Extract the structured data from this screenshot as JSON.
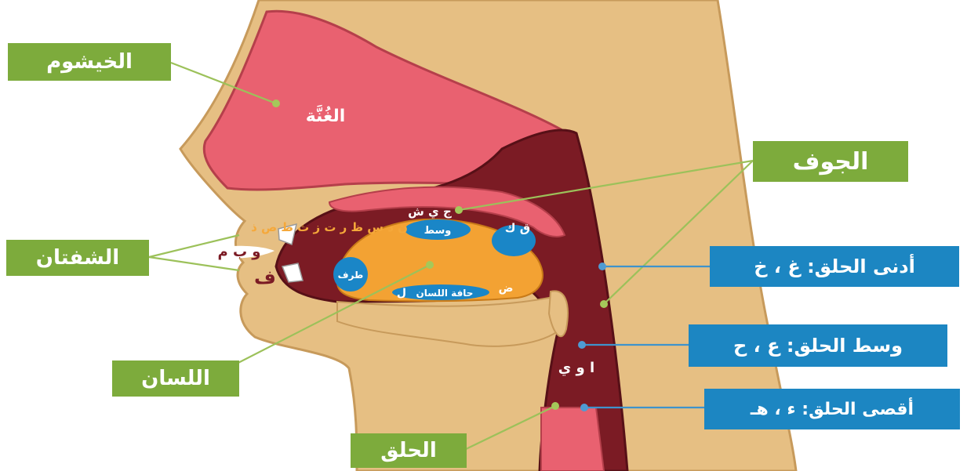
{
  "labels": {
    "khayshum": "الخيشوم",
    "jawf": "الجوف",
    "shafatan": "الشفتان",
    "lisan": "اللسان",
    "halq": "الحلق",
    "adna_halq": "أدنى الحلق: غ ، خ",
    "wasat_halq": "وسط الحلق: ع ، ح",
    "aqsa_halq": "أقصى الحلق: ء ، هـ"
  },
  "inner_text": {
    "ghunna": "الغُنَّة",
    "lip_letters": "و ب م",
    "fa": "ف",
    "jim_shin_ya": "ج ي ش",
    "wasat": "وسط",
    "qaf_kaf": "ق ك",
    "tip_letters": "ن د س ظ ر ت ز ث ط ص ذ",
    "haffa": "حافة اللسان",
    "taraf": "طرف",
    "lam": "ل",
    "dad": "ض",
    "madd_letters": "ا و ي"
  },
  "colors": {
    "skin": "#e6bf83",
    "nasal": "#e96170",
    "throat": "#7b1b24",
    "tongue": "#f3a233",
    "zone": "#1a86c7",
    "green_label": "#7dab3c",
    "blue_label": "#1c86c2"
  }
}
